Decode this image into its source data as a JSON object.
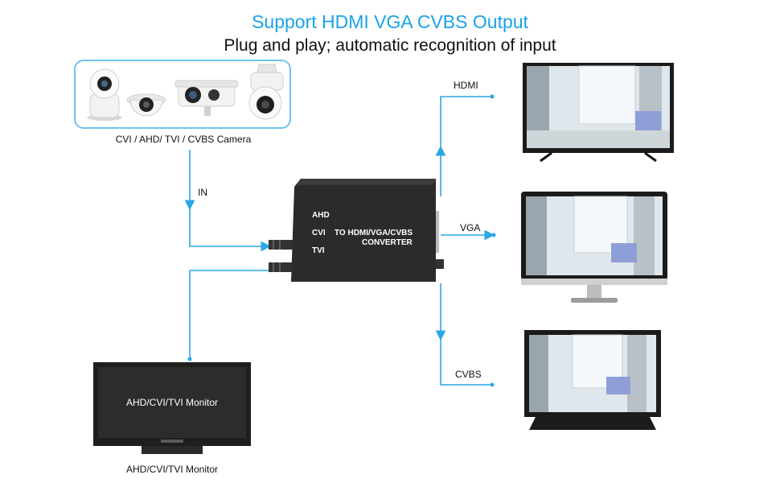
{
  "header": {
    "title": "Support HDMI VGA CVBS Output",
    "subtitle": "Plug and play; automatic recognition of input"
  },
  "camera_group": {
    "caption": "CVI  / AHD/ TVI / CVBS Camera",
    "icons": [
      "indoor-ptz-camera-icon",
      "dome-camera-icon",
      "bullet-camera-icon",
      "speed-dome-camera-icon"
    ]
  },
  "connections": {
    "input_label": "IN",
    "hdmi_label": "HDMI",
    "vga_label": "VGA",
    "cvbs_label": "CVBS"
  },
  "converter": {
    "line_ahd": "AHD",
    "line_cvi": "CVI",
    "line_tvi": "TVI",
    "line_to": "TO HDMI/VGA/CVBS",
    "line_converter": "CONVERTER"
  },
  "monitor": {
    "screen_text": "AHD/CVI/TVI Monitor",
    "caption": "AHD/CVI/TVI Monitor"
  },
  "colors": {
    "accent": "#1aa3e8",
    "line": "#2aa7e6",
    "device": "#2a2a2a"
  }
}
